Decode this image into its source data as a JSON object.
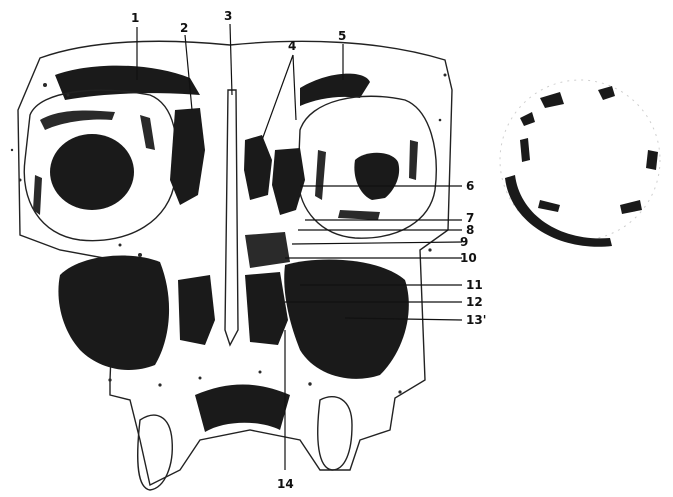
{
  "figure": {
    "labels": [
      "1",
      "2",
      "3",
      "4",
      "5",
      "6",
      "7",
      "8",
      "9",
      "10",
      "11",
      "12",
      "13'",
      "14"
    ]
  },
  "colors": {
    "ink": "#1a1a1a",
    "paper": "#ffffff"
  }
}
